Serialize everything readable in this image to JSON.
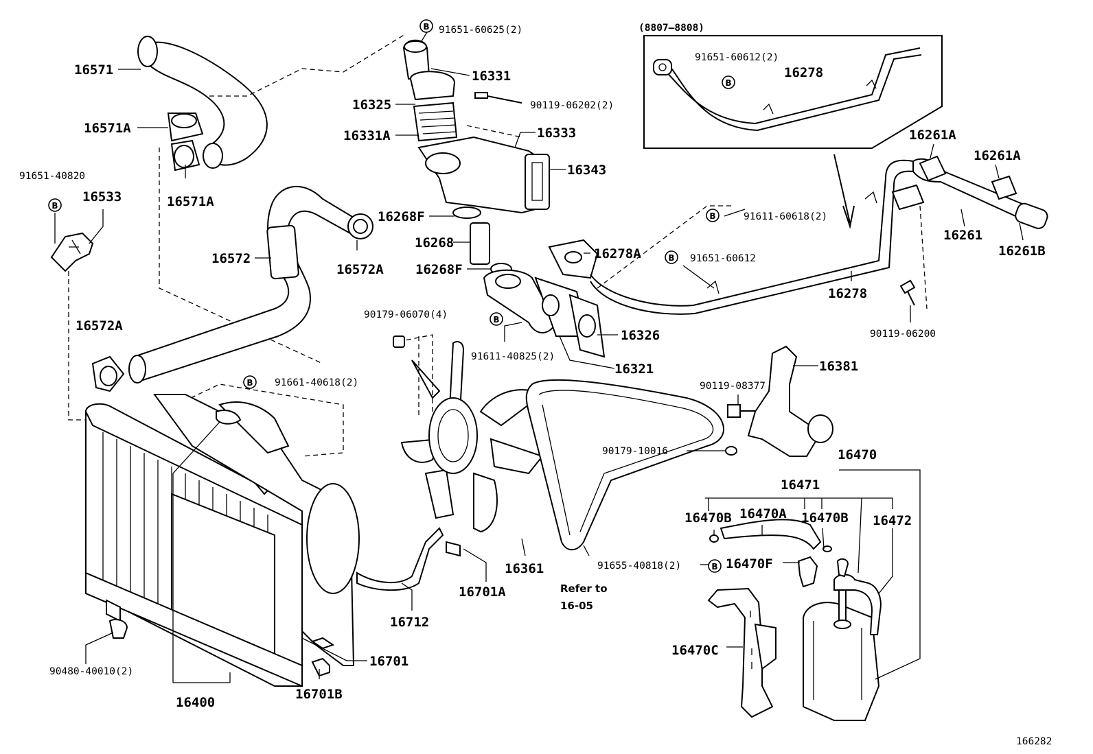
{
  "diagram": {
    "figure_number": "166282",
    "inset_range": "(8807–8808)",
    "bolt_marker": "B",
    "refer_note": [
      "Refer to",
      "16-05"
    ]
  },
  "labels": {
    "p16571": "16571",
    "p16571A_top": "16571A",
    "p16571A_bot": "16571A",
    "p91651_40820": "91651-40820",
    "p16533": "16533",
    "p16572": "16572",
    "p16572A_right": "16572A",
    "p16572A_left": "16572A",
    "p91651_60625": "91651-60625(2)",
    "p16331": "16331",
    "p16325": "16325",
    "p90119_06202": "90119-06202(2)",
    "p16331A": "16331A",
    "p16333": "16333",
    "p16343": "16343",
    "p16268F_top": "16268F",
    "p16268": "16268",
    "p16268F_bot": "16268F",
    "p91651_60612_inset": "91651-60612(2)",
    "p16278_inset": "16278",
    "p16261A_left": "16261A",
    "p16261A_right": "16261A",
    "p91611_60618": "91611-60618(2)",
    "p16261": "16261",
    "p16261B": "16261B",
    "p16278A": "16278A",
    "p91651_60612": "91651-60612",
    "p16278": "16278",
    "p90179_06070": "90179-06070(4)",
    "p16326": "16326",
    "p90119_06200": "90119-06200",
    "p91611_40825": "91611-40825(2)",
    "p16321": "16321",
    "p16381": "16381",
    "p91661_40618": "91661-40618(2)",
    "p90119_08377": "90119-08377",
    "p90179_10016": "90179-10016",
    "p16470": "16470",
    "p16471": "16471",
    "p16470B_left": "16470B",
    "p16470A": "16470A",
    "p16470B_right": "16470B",
    "p16472": "16472",
    "p16361": "16361",
    "p91655_40818": "91655-40818(2)",
    "p16470F": "16470F",
    "p16701A": "16701A",
    "p16712": "16712",
    "p16470C": "16470C",
    "p16701": "16701",
    "p90480_40010": "90480-40010(2)",
    "p16400": "16400",
    "p16701B": "16701B"
  }
}
